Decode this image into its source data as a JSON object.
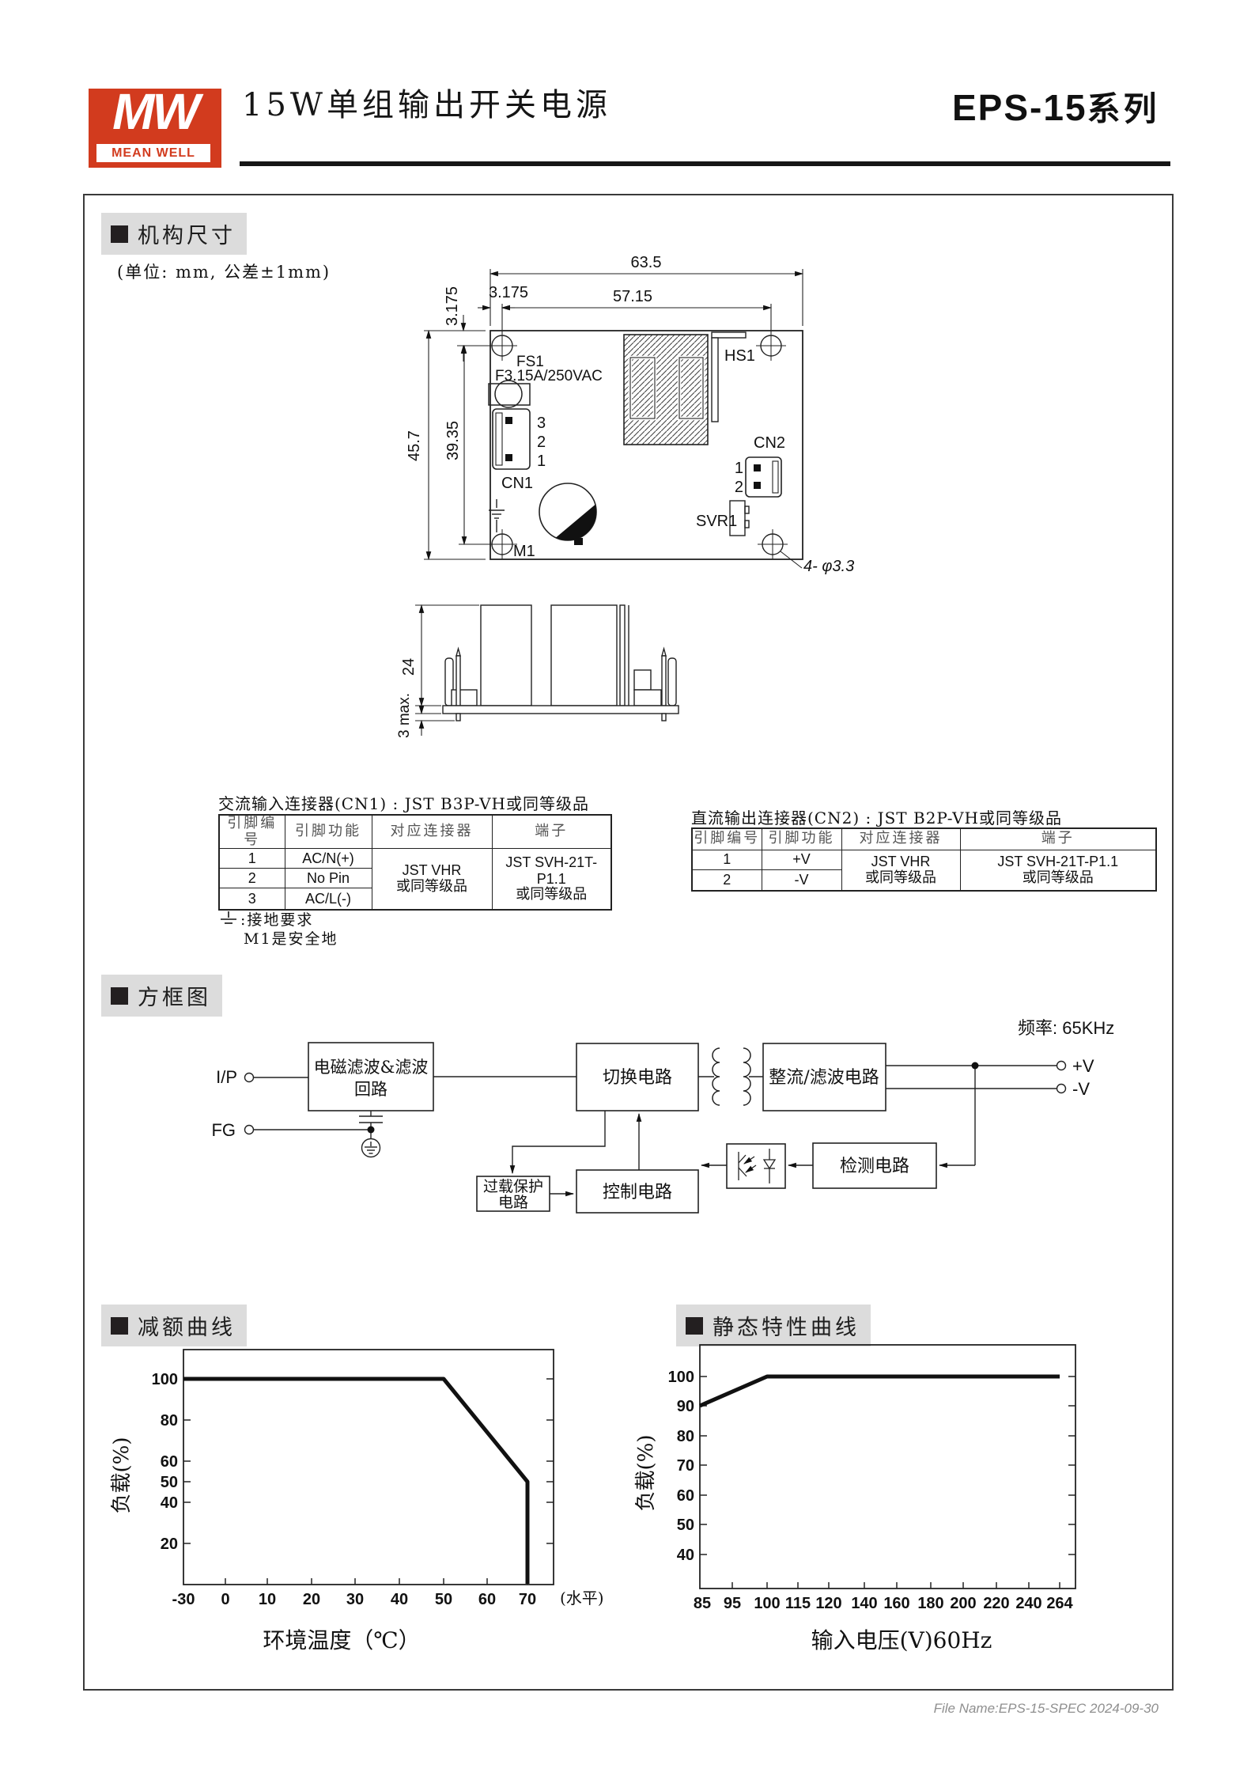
{
  "header": {
    "logo_mw": "MW",
    "logo_brand": "MEAN WELL",
    "logo_color": "#d23b1e",
    "title": "15W单组输出开关电源",
    "series": "EPS-15",
    "series_suffix": "系列"
  },
  "mech": {
    "section_title": "机构尺寸",
    "unit_note": "(单位: mm, 公差±1mm)",
    "dims": {
      "total_width": "63.5",
      "hole_offset_x": "3.175",
      "hole_pitch_x": "57.15",
      "hole_offset_y": "3.175",
      "total_height": "45.7",
      "hole_pitch_y": "39.35",
      "component_height": "24",
      "pin_length": "3 max.",
      "mounting_holes": "4- φ3.3"
    },
    "labels": {
      "fs1": "FS1",
      "fuse_rating": "F3.15A/250VAC",
      "cn1": "CN1",
      "cn1_pin3": "3",
      "cn1_pin2": "2",
      "cn1_pin1": "1",
      "hs1": "HS1",
      "cn2": "CN2",
      "cn2_pin1": "1",
      "cn2_pin2": "2",
      "svr1": "SVR1",
      "m1": "M1"
    }
  },
  "cn1_table": {
    "title": "交流输入连接器(CN1) : JST B3P-VH或同等级品",
    "headers": [
      "引脚编号",
      "引脚功能",
      "对应连接器",
      "端子"
    ],
    "rows": [
      [
        "1",
        "AC/N(+)"
      ],
      [
        "2",
        "No Pin"
      ],
      [
        "3",
        "AC/L(-)"
      ]
    ],
    "connector_line1": "JST VHR",
    "connector_line2": "或同等级品",
    "terminal_line1": "JST SVH-21T-P1.1",
    "terminal_line2": "或同等级品"
  },
  "cn2_table": {
    "title": "直流输出连接器(CN2) : JST B2P-VH或同等级品",
    "headers": [
      "引脚编号",
      "引脚功能",
      "对应连接器",
      "端子"
    ],
    "rows": [
      [
        "1",
        "+V"
      ],
      [
        "2",
        "-V"
      ]
    ],
    "connector_line1": "JST VHR",
    "connector_line2": "或同等级品",
    "terminal_line1": "JST SVH-21T-P1.1",
    "terminal_line2": "或同等级品"
  },
  "ground_note": {
    "line1": ":接地要求",
    "line2": "M1是安全地"
  },
  "block": {
    "section_title": "方框图",
    "frequency": "频率: 65KHz",
    "ip": "I/P",
    "fg": "FG",
    "out_pos": "+V",
    "out_neg": "-V",
    "emi_line1": "电磁滤波&滤波",
    "emi_line2": "回路",
    "switching": "切换电路",
    "rectifier": "整流/滤波电路",
    "detection": "检测电路",
    "control": "控制电路",
    "olp_line1": "过载保护",
    "olp_line2": "电路"
  },
  "derating": {
    "section_title": "减额曲线"
  },
  "static_curve": {
    "section_title": "静态特性曲线"
  },
  "chart_data": [
    {
      "type": "line",
      "title": "减额曲线",
      "xlabel": "环境温度（℃）",
      "xnote": "(水平)",
      "ylabel": "负载(%)",
      "xticks": [
        -30,
        0,
        10,
        20,
        30,
        40,
        50,
        60,
        70
      ],
      "yticks": [
        100,
        80,
        60,
        50,
        40,
        20
      ],
      "xlim": [
        -30,
        76
      ],
      "ylim": [
        0,
        112
      ],
      "grid": false,
      "series": [
        {
          "name": "load-vs-ambient-temperature",
          "points": [
            [
              -30,
              100
            ],
            [
              50,
              100
            ],
            [
              70,
              50
            ],
            [
              70,
              0
            ]
          ]
        }
      ]
    },
    {
      "type": "line",
      "title": "静态特性曲线",
      "xlabel": "输入电压(V)60Hz",
      "ylabel": "负载(%)",
      "xticks": [
        85,
        95,
        100,
        115,
        120,
        140,
        160,
        180,
        200,
        220,
        240,
        264
      ],
      "yticks": [
        100,
        90,
        80,
        70,
        60,
        50,
        40
      ],
      "xlim": [
        85,
        270
      ],
      "ylim": [
        30,
        108
      ],
      "grid": false,
      "series": [
        {
          "name": "load-vs-input-voltage",
          "points": [
            [
              85,
              90
            ],
            [
              100,
              100
            ],
            [
              264,
              100
            ]
          ]
        }
      ]
    }
  ],
  "footer": "File Name:EPS-15-SPEC  2024-09-30"
}
